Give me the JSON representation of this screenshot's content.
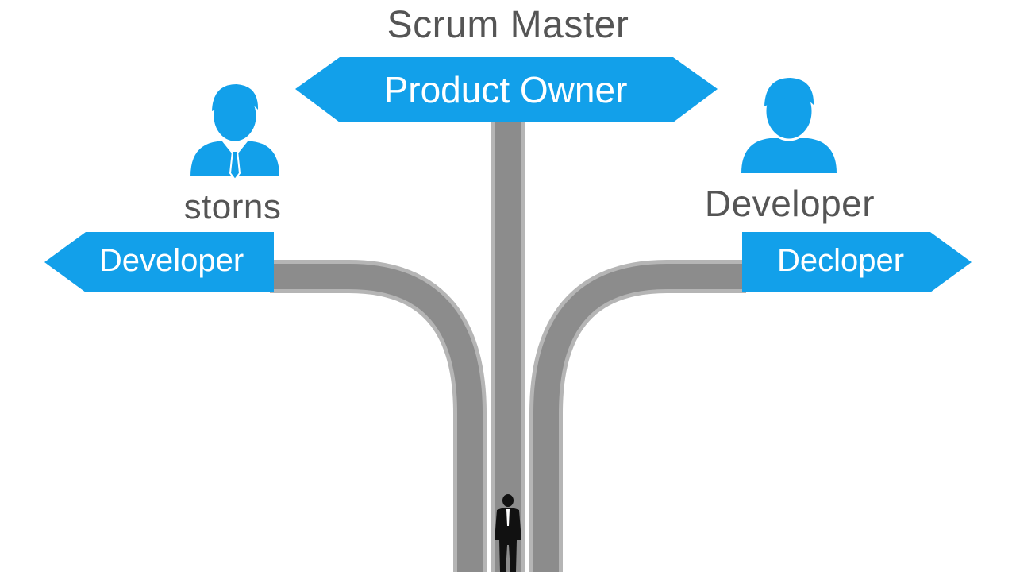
{
  "diagram": {
    "title": "Scrum Master",
    "signs": {
      "top": "Product Owner",
      "left": "Developer",
      "right": "Decloper"
    },
    "captions": {
      "left": "storns",
      "right": "Developer"
    },
    "icons": {
      "left_person": "person-with-tie-icon",
      "right_person": "person-icon",
      "walker": "standing-businessman-silhouette"
    },
    "colors": {
      "sign_fill": "#12a0ea",
      "road_fill": "#8c8c8c",
      "road_edge": "#b5b5b5",
      "icon_fill": "#12a0ea",
      "silhouette": "#111111",
      "caption_text": "#555555"
    }
  }
}
